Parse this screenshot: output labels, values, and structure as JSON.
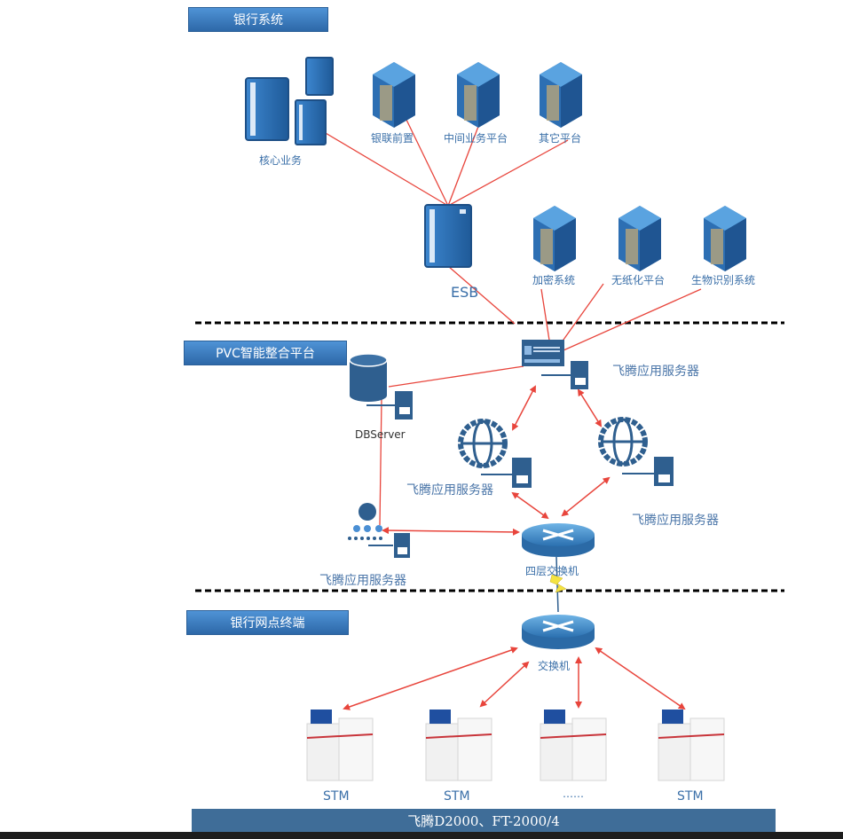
{
  "sections": {
    "bank_system": "银行系统",
    "pvc_platform": "PVC智能整合平台",
    "branch_terminal": "银行网点终端"
  },
  "nodes": {
    "core_business": "核心业务",
    "unionpay_front": "银联前置",
    "middle_business": "中间业务平台",
    "other_platform": "其它平台",
    "esb": "ESB",
    "encryption": "加密系统",
    "paperless": "无纸化平台",
    "biometric": "生物识别系统",
    "app_server_main": "飞腾应用服务器",
    "db_server": "DBServer",
    "app_server_left": "飞腾应用服务器",
    "app_server_right": "飞腾应用服务器",
    "app_server_cluster": "飞腾应用服务器",
    "l4_switch": "四层交换机",
    "switch": "交换机",
    "stm_1": "STM",
    "stm_2": "STM",
    "stm_ellipsis": "……",
    "stm_4": "STM"
  },
  "footer": "飞腾D2000、FT-2000/4",
  "colors": {
    "link_red": "#e8453c",
    "icon_blue": "#2f5f8f",
    "header_blue": "#3a7bc2",
    "footer_blue": "#3f6d98"
  }
}
